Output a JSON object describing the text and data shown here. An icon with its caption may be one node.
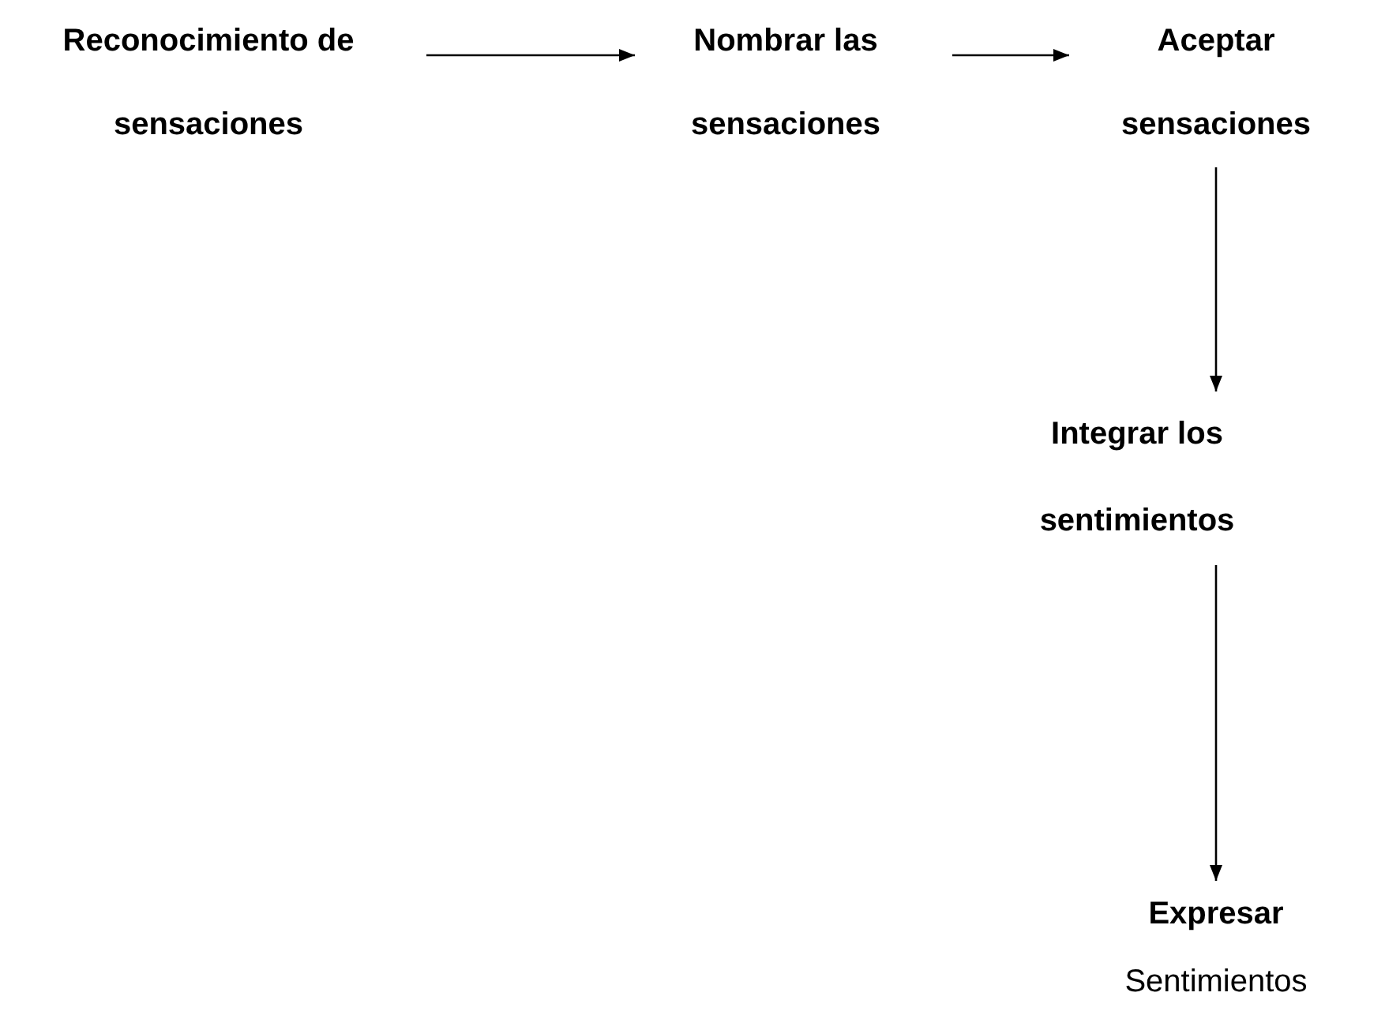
{
  "diagram": {
    "nodes": [
      {
        "text": [
          "Reconocimiento de sensaciones"
        ]
      },
      {
        "text": [
          "Nombrar las sensaciones"
        ]
      },
      {
        "text": [
          "Aceptar sensaciones"
        ]
      },
      {
        "text": [
          "Integrar los sentimientos"
        ]
      },
      {
        "text": [
          "**Expresar** Sentimientos"
        ]
      }
    ],
    "edges": [
      {
        "from": 0,
        "to": 1,
        "arrow": "to"
      },
      {
        "from": 1,
        "to": 2,
        "arrow": "to"
      },
      {
        "from": 2,
        "to": 3,
        "arrow": "to"
      },
      {
        "from": 3,
        "to": 4,
        "arrow": "to"
      }
    ]
  }
}
